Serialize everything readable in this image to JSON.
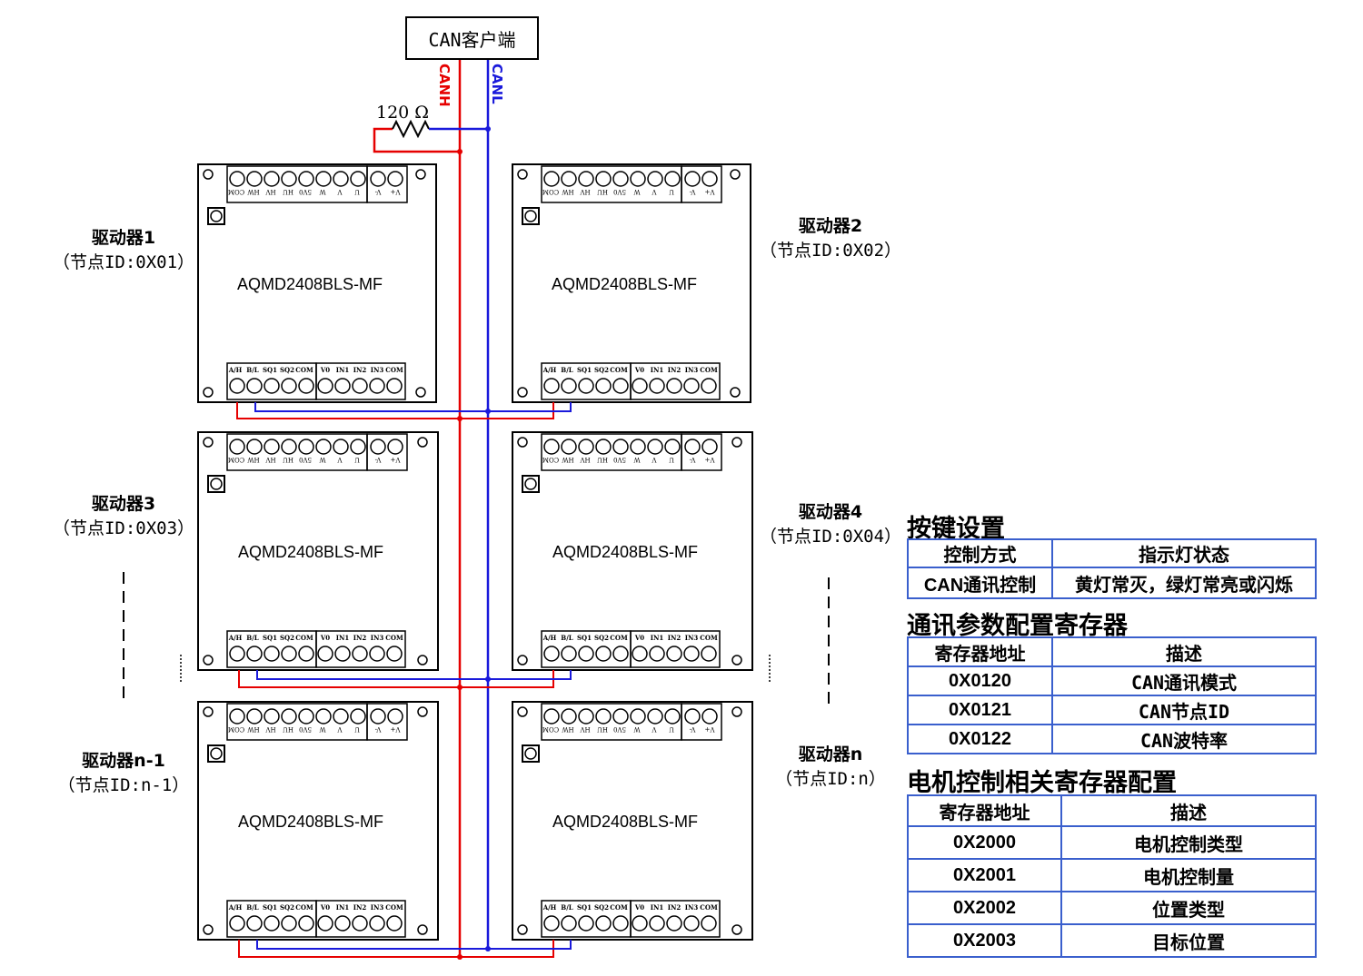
{
  "client": {
    "label": "CAN客户端"
  },
  "bus": {
    "canh": "CANH",
    "canl": "CANL",
    "resistor": "120 Ω",
    "colors": {
      "canh": "#e60000",
      "canl": "#1a1adb"
    }
  },
  "board": {
    "model": "AQMD2408BLS-MF",
    "top_terminals": [
      "COM",
      "HW",
      "HV",
      "HU",
      "5V0",
      "W",
      "V",
      "U"
    ],
    "power_terminals": [
      "V-",
      "V+"
    ],
    "bottom_terminals_a": [
      "A/H",
      "B/L",
      "SQ1",
      "SQ2",
      "COM"
    ],
    "bottom_terminals_b": [
      "V0",
      "IN1",
      "IN2",
      "IN3",
      "COM"
    ]
  },
  "drivers": [
    {
      "name": "驱动器1",
      "node": "（节点ID:0X01）"
    },
    {
      "name": "驱动器2",
      "node": "（节点ID:0X02）"
    },
    {
      "name": "驱动器3",
      "node": "（节点ID:0X03）"
    },
    {
      "name": "驱动器4",
      "node": "（节点ID:0X04）"
    },
    {
      "name": "驱动器n-1",
      "node": "（节点ID:n-1）"
    },
    {
      "name": "驱动器n",
      "node": "（节点ID:n）"
    }
  ],
  "keys": {
    "title": "按键设置",
    "headers": [
      "控制方式",
      "指示灯状态"
    ],
    "rows": [
      [
        "CAN通讯控制",
        "黄灯常灭，绿灯常亮或闪烁"
      ]
    ]
  },
  "comm": {
    "title": "通讯参数配置寄存器",
    "headers": [
      "寄存器地址",
      "描述"
    ],
    "rows": [
      [
        "0X0120",
        "CAN通讯模式"
      ],
      [
        "0X0121",
        "CAN节点ID"
      ],
      [
        "0X0122",
        "CAN波特率"
      ]
    ]
  },
  "motor": {
    "title": "电机控制相关寄存器配置",
    "headers": [
      "寄存器地址",
      "描述"
    ],
    "rows": [
      [
        "0X2000",
        "电机控制类型"
      ],
      [
        "0X2001",
        "电机控制量"
      ],
      [
        "0X2002",
        "位置类型"
      ],
      [
        "0X2003",
        "目标位置"
      ]
    ]
  }
}
